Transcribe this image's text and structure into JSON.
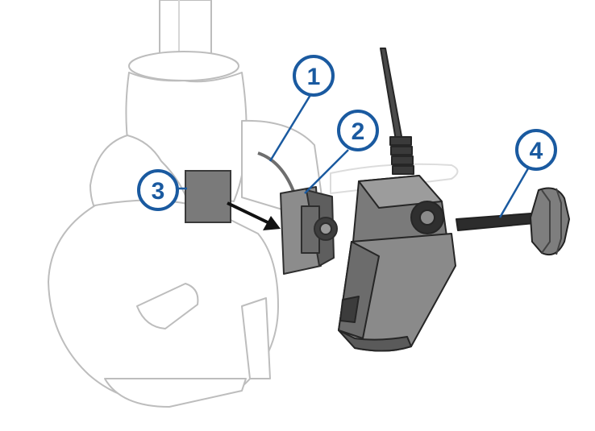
{
  "callouts": [
    {
      "id": "1",
      "label": "1"
    },
    {
      "id": "2",
      "label": "2"
    },
    {
      "id": "3",
      "label": "3"
    },
    {
      "id": "4",
      "label": "4"
    }
  ],
  "colors": {
    "callout_ring": "#1a5aa0",
    "callout_fill": "#ffffff",
    "callout_text": "#1a5aa0",
    "motor_outline": "#b8b8b8",
    "motor_fill": "#ffffff",
    "part_dark": "#3c3c3c",
    "part_mid": "#6e6e6e",
    "part_light": "#9a9a9a",
    "swatch": "#7a7a7a",
    "arrow": "#111111"
  }
}
